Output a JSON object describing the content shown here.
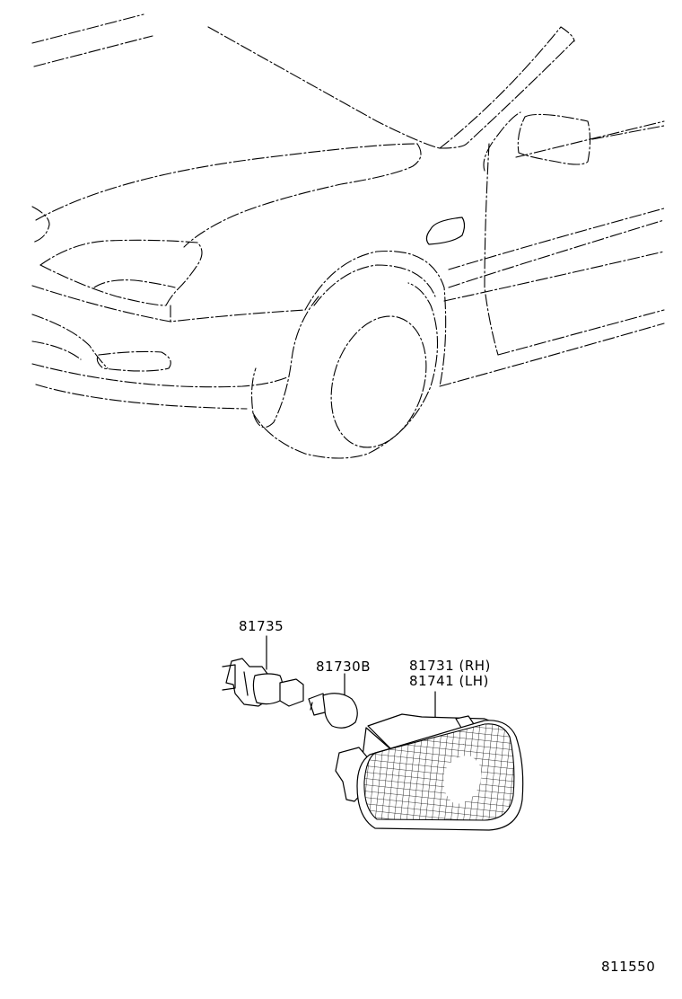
{
  "parts": [
    {
      "number": "81735"
    },
    {
      "number": "81730B"
    },
    {
      "number": "81731 (RH)"
    },
    {
      "number": "81741 (LH)"
    }
  ],
  "figure_number": "811550"
}
